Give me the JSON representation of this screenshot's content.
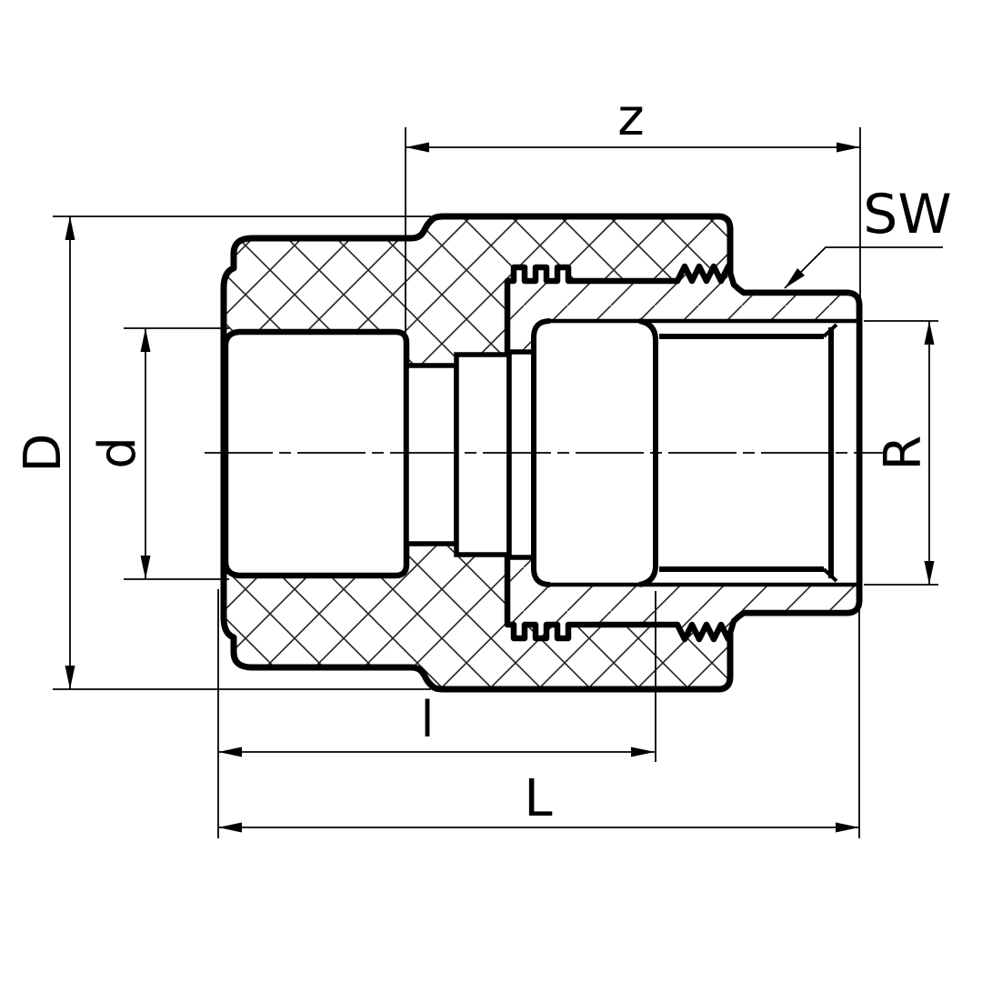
{
  "drawing": {
    "labels": {
      "z": "z",
      "sw": "SW",
      "D": "D",
      "d": "d",
      "R": "R",
      "l": "l",
      "L": "L"
    },
    "colors": {
      "line": "#000000",
      "hatch": "#222222",
      "background": "#ffffff"
    }
  }
}
